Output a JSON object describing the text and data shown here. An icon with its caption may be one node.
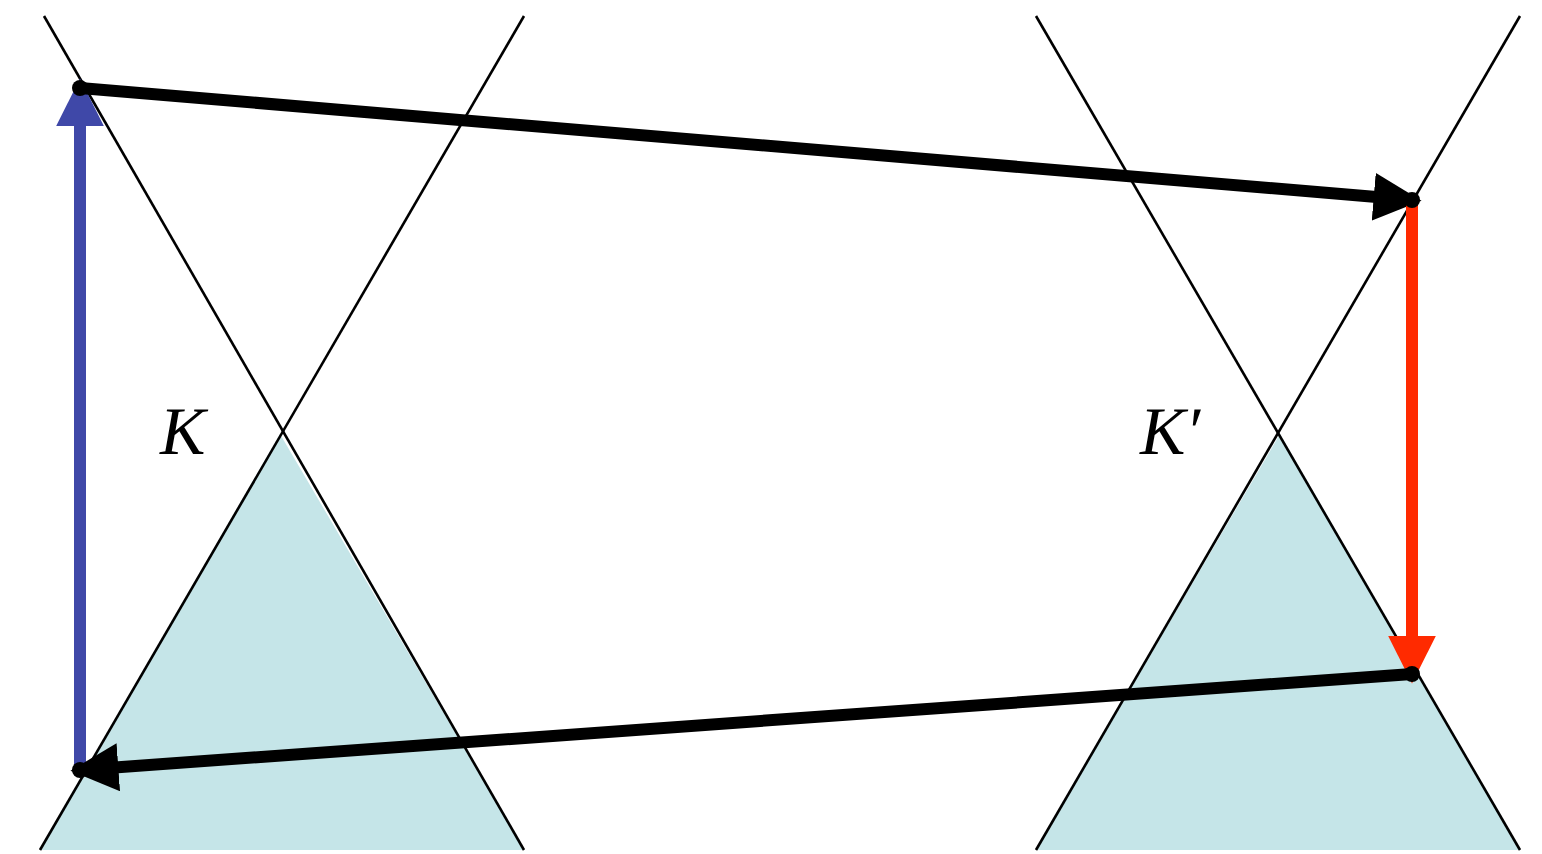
{
  "diagram": {
    "nodes": [
      {
        "text": [],
        "shape": "point"
      },
      {
        "text": [],
        "shape": "point"
      },
      {
        "text": [],
        "shape": "point"
      },
      {
        "text": [],
        "shape": "point"
      }
    ],
    "edges": [
      {
        "from": 0,
        "to": 1,
        "arrow": "to",
        "color": "#3f48a8"
      },
      {
        "from": 1,
        "to": 2,
        "arrow": "to"
      },
      {
        "from": 2,
        "to": 3,
        "arrow": "to",
        "color": "#ff2a00"
      },
      {
        "from": 3,
        "to": 0,
        "arrow": "to"
      }
    ],
    "labels": [
      "K",
      "K′"
    ]
  }
}
